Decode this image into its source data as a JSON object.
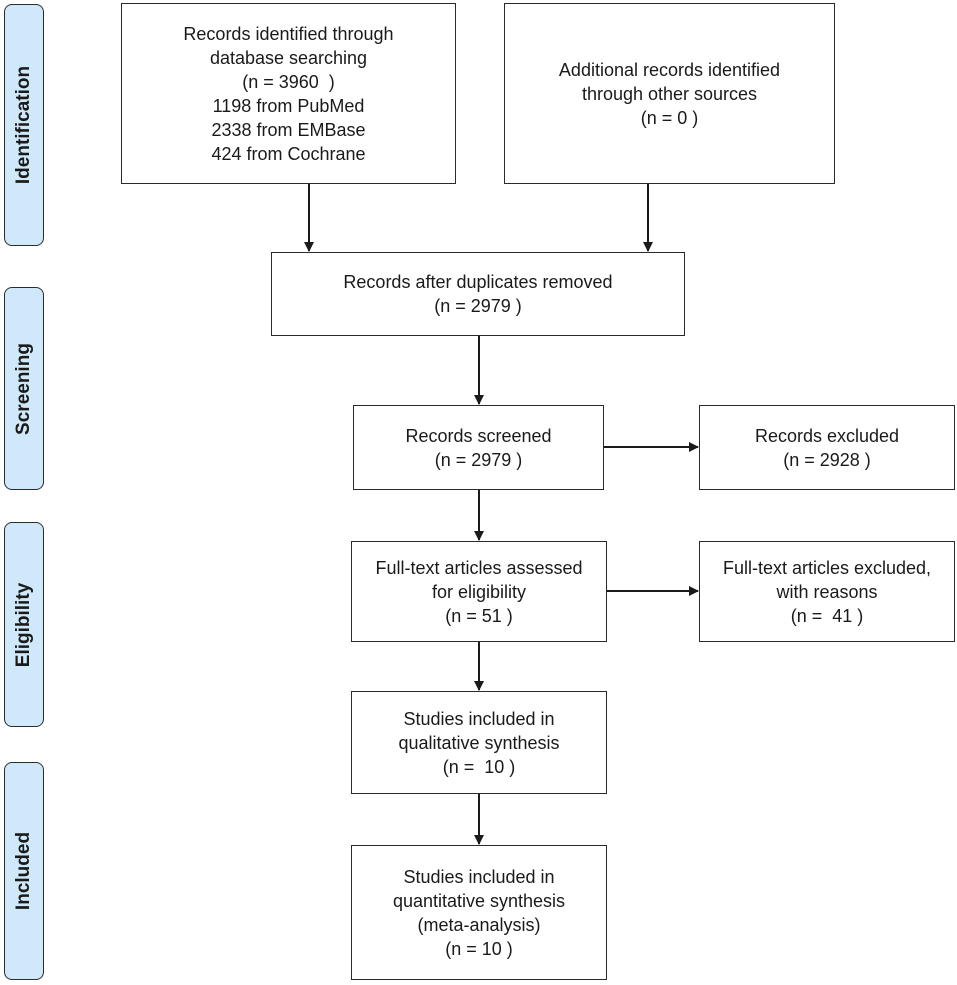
{
  "stages": {
    "identification": "Identification",
    "screening": "Screening",
    "eligibility": "Eligibility",
    "included": "Included"
  },
  "boxes": {
    "database_records": {
      "lines": [
        "Records identified through",
        "database searching",
        "(n = 3960  )",
        "1198 from PubMed",
        "2338 from EMBase",
        "424 from Cochrane"
      ]
    },
    "additional_records": {
      "lines": [
        "Additional records identified",
        "through other sources",
        "(n = 0 )"
      ]
    },
    "after_duplicates": {
      "lines": [
        "Records after duplicates removed",
        "(n = 2979 )"
      ]
    },
    "screened": {
      "lines": [
        "Records screened",
        "(n = 2979 )"
      ]
    },
    "excluded": {
      "lines": [
        "Records excluded",
        "(n = 2928 )"
      ]
    },
    "fulltext_assessed": {
      "lines": [
        "Full-text articles assessed",
        "for eligibility",
        "(n = 51 )"
      ]
    },
    "fulltext_excluded": {
      "lines": [
        "Full-text articles excluded,",
        "with reasons",
        "(n =  41 )"
      ]
    },
    "qualitative": {
      "lines": [
        "Studies included in",
        "qualitative synthesis",
        "(n =  10 )"
      ]
    },
    "quantitative": {
      "lines": [
        "Studies included in",
        "quantitative synthesis",
        "(meta-analysis)",
        "(n = 10 )"
      ]
    }
  }
}
